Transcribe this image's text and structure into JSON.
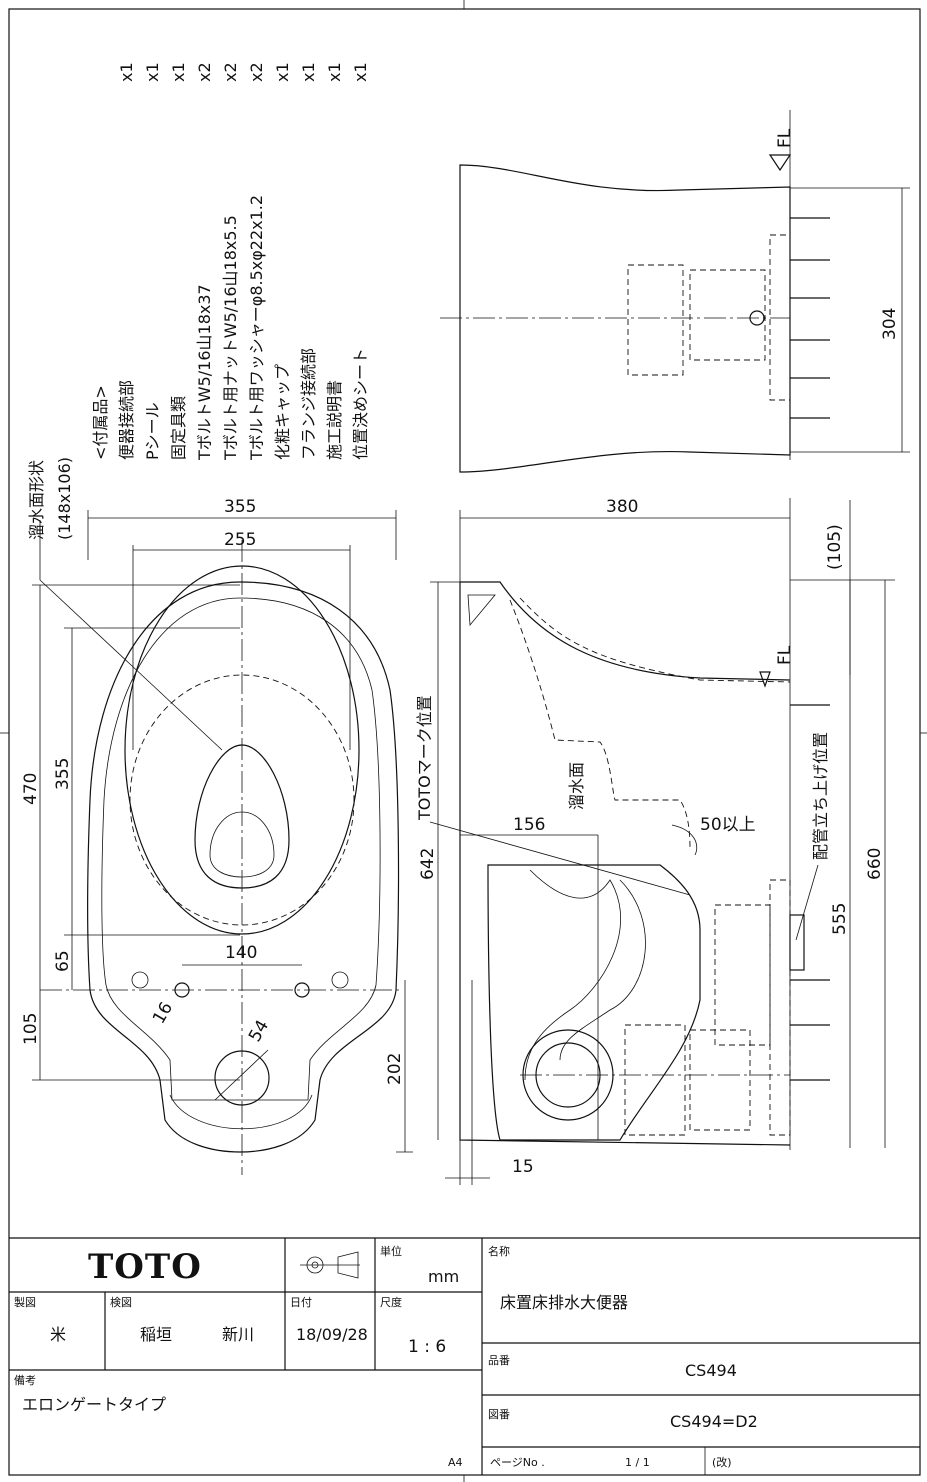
{
  "accessories": {
    "title": "<付属品>",
    "items": [
      {
        "name": "便器接続部",
        "qty": "x1"
      },
      {
        "name": "Pシール",
        "qty": "x1"
      },
      {
        "name": "固定具類",
        "qty": "x1"
      },
      {
        "name": "TボルトW5/16山18x37",
        "qty": "x2"
      },
      {
        "name": "Tボルト用ナットW5/16山18x5.5",
        "qty": "x2"
      },
      {
        "name": "Tボルト用ワッシャーφ8.5xφ22x1.2",
        "qty": "x2"
      },
      {
        "name": "化粧キャップ",
        "qty": "x1"
      },
      {
        "name": "フランジ接続部",
        "qty": "x1"
      },
      {
        "name": "施工説明書",
        "qty": "x1"
      },
      {
        "name": "位置決めシート",
        "qty": "x1"
      }
    ]
  },
  "top_view": {
    "water_surface_label": "溜水面形状",
    "water_surface_size": "(148x106)",
    "dim_width_outer": "355",
    "dim_width_inner": "255",
    "dim_len_total": "470",
    "dim_len_bowl": "355",
    "dim_65": "65",
    "dim_105": "105",
    "dim_140": "140",
    "dim_16": "16",
    "dim_54": "54",
    "dim_202": "202"
  },
  "side_view": {
    "fl_top": "FL",
    "fl_mid": "FL",
    "dim_304": "304",
    "dim_380": "380",
    "dim_105_paren": "(105)",
    "toto_mark_label": "TOTOマーク位置",
    "water_surface_label": "溜水面",
    "dim_156": "156",
    "dim_50": "50以上",
    "pipe_label": "配管立ち上げ位置",
    "dim_642": "642",
    "dim_555": "555",
    "dim_660": "660",
    "dim_15": "15"
  },
  "title_block": {
    "logo": "TOTO",
    "unit_label": "単位",
    "unit": "mm",
    "name_label": "名称",
    "name": "床置床排水大便器",
    "drawn_label": "製図",
    "drawn": "米",
    "checked_label": "検図",
    "checked_1": "稲垣",
    "checked_2": "新川",
    "date_label": "日付",
    "date": "18/09/28",
    "scale_label": "尺度",
    "scale": "1 : 6",
    "product_label": "品番",
    "product": "CS494",
    "remarks_label": "備考",
    "remarks": "エロンゲートタイプ",
    "drawing_no_label": "図番",
    "drawing_no": "CS494=D2",
    "paper": "A4",
    "page_label": "ページNo .",
    "page": "1 / 1",
    "rev": "(改)"
  }
}
